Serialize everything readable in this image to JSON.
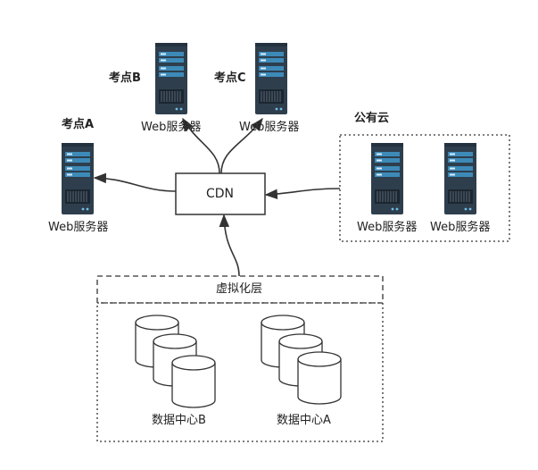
{
  "diagram": {
    "cdn_label": "CDN",
    "virtualization_label": "虚拟化层",
    "exam_sites": {
      "a": "考点A",
      "b": "考点B",
      "c": "考点C"
    },
    "public_cloud_label": "公有云",
    "server_label": "Web服务器",
    "server_labels": {
      "a": "Web服务器",
      "b": "Web服务器",
      "c": "Web服务器",
      "cloud1": "Web服务器",
      "cloud2": "Web服务器"
    },
    "datacenters": {
      "b": "数据中心B",
      "a": "数据中心A"
    },
    "colors": {
      "server_body": "#2e3e4c",
      "server_panel": "#3d8ab8",
      "server_dark": "#1c2630",
      "line": "#333333",
      "db_fill": "#ffffff"
    }
  }
}
